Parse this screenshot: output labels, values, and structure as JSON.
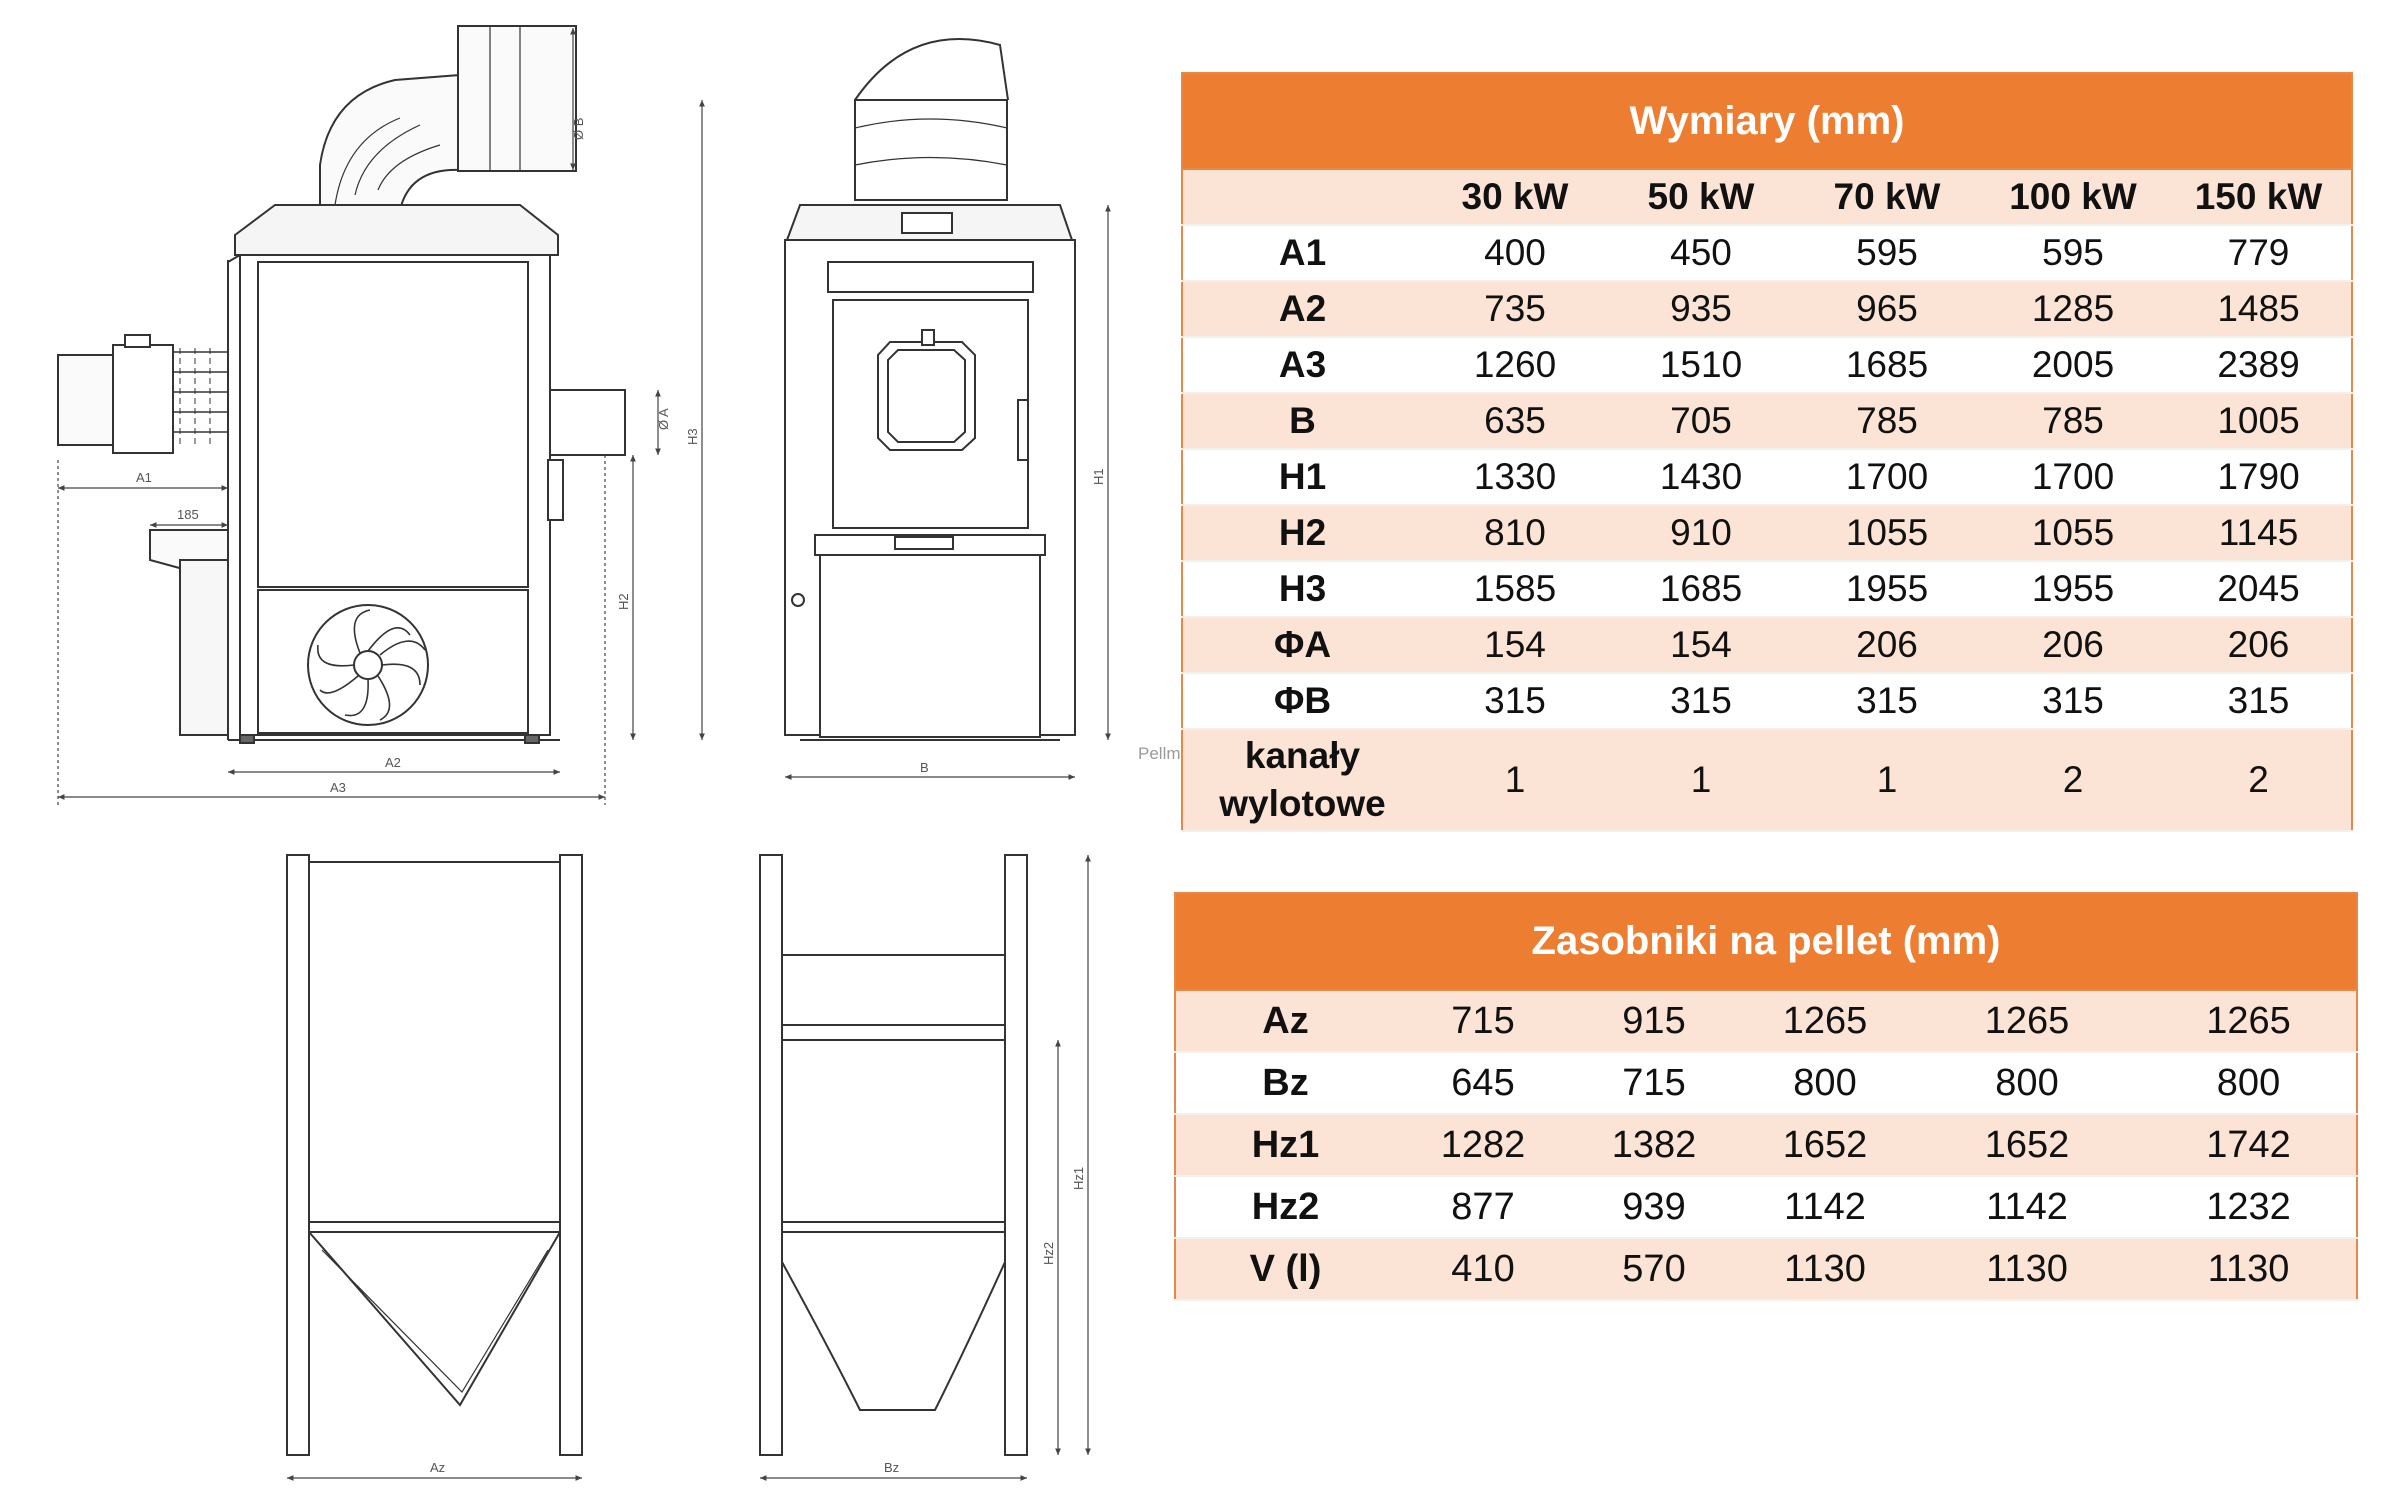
{
  "watermark": "Pellmaxenergy",
  "drawing_labels": {
    "A1": "A1",
    "A2": "A2",
    "A3": "A3",
    "d185": "185",
    "B": "B",
    "H1": "H1",
    "H2": "H2",
    "H3": "H3",
    "dA": "Ø A",
    "dB": "Ø B",
    "Az": "Az",
    "Bz": "Bz",
    "Hz1": "Hz1",
    "Hz2": "Hz2"
  },
  "dimensions_table": {
    "title": "Wymiary (mm)",
    "columns": [
      "",
      "30 kW",
      "50 kW",
      "70 kW",
      "100 kW",
      "150 kW"
    ],
    "rows": [
      {
        "label": "A1",
        "values": [
          "400",
          "450",
          "595",
          "595",
          "779"
        ]
      },
      {
        "label": "A2",
        "values": [
          "735",
          "935",
          "965",
          "1285",
          "1485"
        ]
      },
      {
        "label": "A3",
        "values": [
          "1260",
          "1510",
          "1685",
          "2005",
          "2389"
        ]
      },
      {
        "label": "B",
        "values": [
          "635",
          "705",
          "785",
          "785",
          "1005"
        ]
      },
      {
        "label": "H1",
        "values": [
          "1330",
          "1430",
          "1700",
          "1700",
          "1790"
        ]
      },
      {
        "label": "H2",
        "values": [
          "810",
          "910",
          "1055",
          "1055",
          "1145"
        ]
      },
      {
        "label": "H3",
        "values": [
          "1585",
          "1685",
          "1955",
          "1955",
          "2045"
        ]
      },
      {
        "label": "ΦA",
        "values": [
          "154",
          "154",
          "206",
          "206",
          "206"
        ]
      },
      {
        "label": "ΦB",
        "values": [
          "315",
          "315",
          "315",
          "315",
          "315"
        ]
      },
      {
        "label": "kanały\nwylotowe",
        "values": [
          "1",
          "1",
          "1",
          "2",
          "2"
        ]
      }
    ]
  },
  "hopper_table": {
    "title": "Zasobniki na pellet (mm)",
    "rows": [
      {
        "label": "Az",
        "values": [
          "715",
          "915",
          "1265",
          "1265",
          "1265"
        ]
      },
      {
        "label": "Bz",
        "values": [
          "645",
          "715",
          "800",
          "800",
          "800"
        ]
      },
      {
        "label": "Hz1",
        "values": [
          "1282",
          "1382",
          "1652",
          "1652",
          "1742"
        ]
      },
      {
        "label": "Hz2",
        "values": [
          "877",
          "939",
          "1142",
          "1142",
          "1232"
        ]
      },
      {
        "label": "V (l)",
        "values": [
          "410",
          "570",
          "1130",
          "1130",
          "1130"
        ]
      }
    ]
  },
  "colors": {
    "header_orange": "#ed7d31",
    "row_tint": "#fbe4d5",
    "drawing_line": "#333333"
  }
}
